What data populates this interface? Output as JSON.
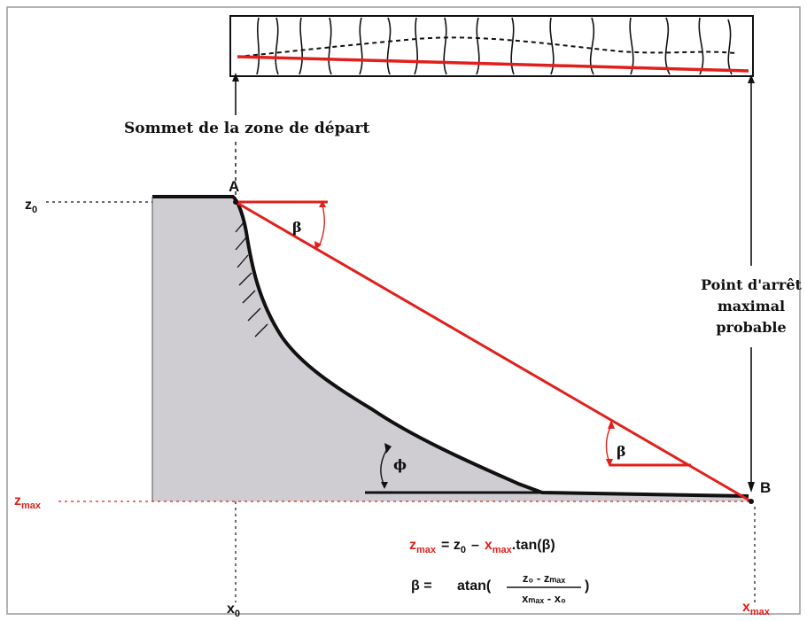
{
  "labels": {
    "top_of_release_zone": "Sommet de la zone de départ",
    "point_a": "A",
    "point_b": "B",
    "beta": "β",
    "phi": "ϕ",
    "stop_point_line1": "Point d'arrêt",
    "stop_point_line2": "maximal",
    "stop_point_line3": "probable",
    "z0_main": "z",
    "z0_sub": "0",
    "zmax_main": "z",
    "zmax_sub": "max",
    "x0_main": "x",
    "x0_sub": "0",
    "xmax_main": "x",
    "xmax_sub": "max"
  },
  "formulas": {
    "f1_lhs_main": "z",
    "f1_lhs_sub": "max",
    "f1_eq": "= z",
    "f1_z0_sub": "0",
    "f1_minus": "–",
    "f1_x_main": "x",
    "f1_x_sub": "max",
    "f1_tail": ".tan(β)",
    "f2_lhs": "β =",
    "f2_atan": "atan(",
    "f2_num": "z₀ - zₘₐₓ",
    "f2_den": "xₘₐₓ - x₀",
    "f2_close": ")"
  },
  "colors": {
    "red": "#e0201c",
    "terrain_fill": "#cfcdd2",
    "ink": "#111111"
  }
}
